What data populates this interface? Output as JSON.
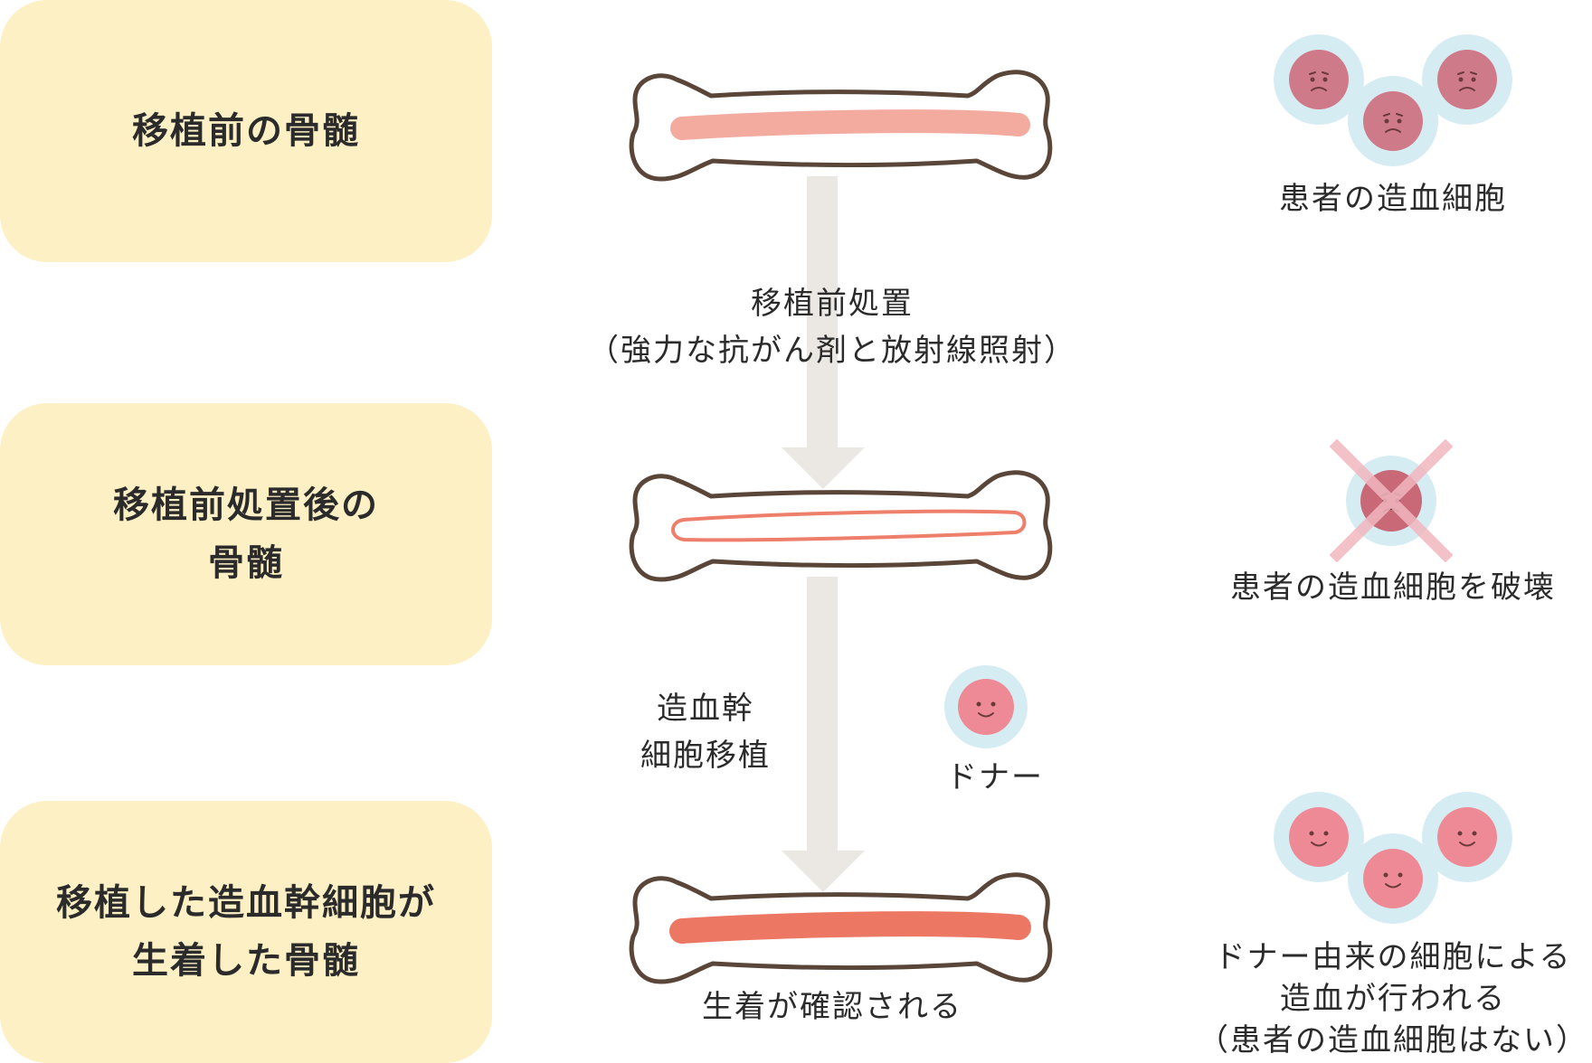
{
  "stages": [
    {
      "lines": [
        "移植前の骨髄"
      ]
    },
    {
      "lines": [
        "移植前処置後の",
        "骨髄"
      ]
    },
    {
      "lines": [
        "移植した造血幹細胞が",
        "生着した骨髄"
      ]
    }
  ],
  "arrow_labels": {
    "conditioning": [
      "移植前処置",
      "（強力な抗がん剤と放射線照射）"
    ],
    "transplant": [
      "造血幹",
      "細胞移植"
    ]
  },
  "donor_label": "ドナー",
  "engraftment_label": "生着が確認される",
  "cell_captions": {
    "patient_cells": "患者の造血細胞",
    "destroyed": "患者の造血細胞を破壊",
    "donor_hematopoiesis": [
      "ドナー由来の細胞による",
      "造血が行われる",
      "（患者の造血細胞はない）"
    ]
  },
  "colors": {
    "stage_box_bg": "#fdf0c4",
    "arrow": "#ebe7e3",
    "bone_outline": "#5a4638",
    "marrow_before": "#f3aba0",
    "marrow_after_outline": "#ee7f6a",
    "marrow_engrafted": "#ec7864",
    "cell_halo": "#d6ecf3",
    "patient_cell": "#cf7a88",
    "donor_cell": "#ee8a96",
    "cross": "#f2b7bf"
  },
  "icons": [
    "sad-cell-icon",
    "happy-cell-icon",
    "cross-icon",
    "bone-icon"
  ]
}
